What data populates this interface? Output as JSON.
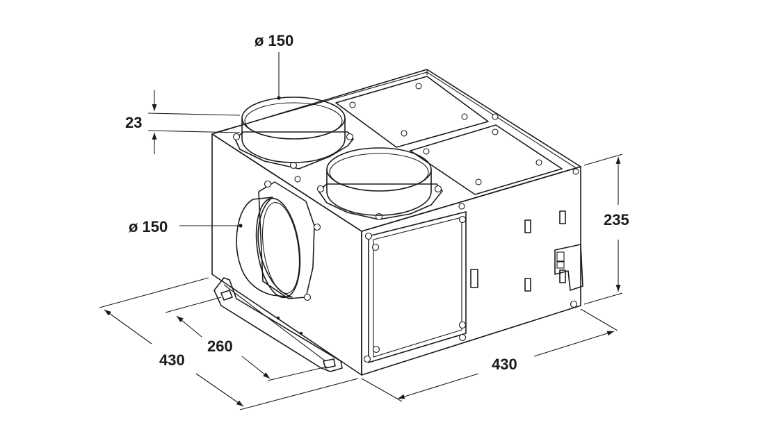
{
  "dimensions": {
    "top_duct_diameter": "ø 150",
    "side_duct_diameter": "ø 150",
    "collar_height": "23",
    "height": "235",
    "depth": "430",
    "width": "430",
    "bracket_spacing": "260"
  },
  "colors": {
    "line": "#1a1a1a",
    "front_face": "#f1f1f1",
    "side_face": "#e4e4e4",
    "top_face": "#f7f7f7",
    "duct_inner": "#ececec",
    "background": "#ffffff"
  }
}
